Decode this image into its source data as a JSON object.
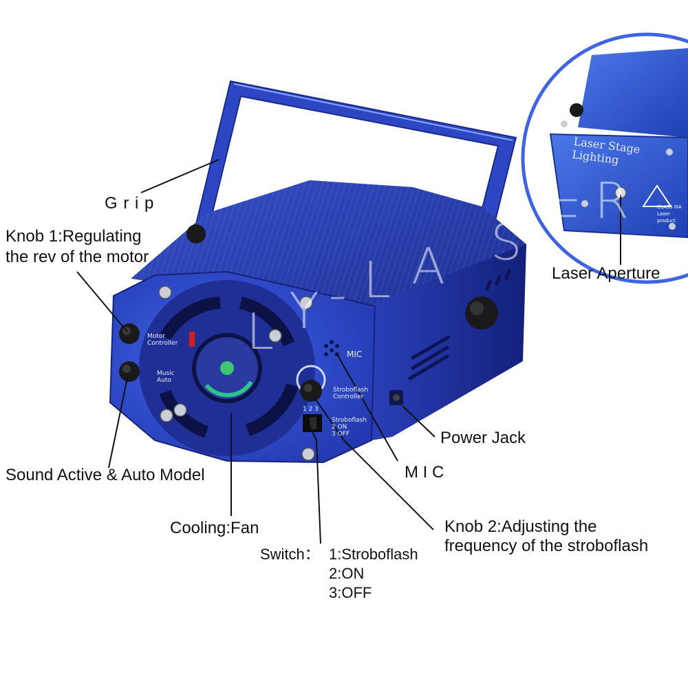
{
  "labels": {
    "grip": "G r i p",
    "knob1_line1": "Knob 1:Regulating",
    "knob1_line2": "the rev of the motor",
    "sound": "Sound Active & Auto Model",
    "fan": "Cooling:Fan",
    "switch_title": "Switch：",
    "switch_opt1": "1:Stroboflash",
    "switch_opt2": "2:ON",
    "switch_opt3": "3:OFF",
    "knob2_line1": "Knob 2:Adjusting the",
    "knob2_line2": "frequency of the stroboflash",
    "mic": "M I C",
    "power": "Power Jack",
    "aperture": "Laser Aperture"
  },
  "panel_text": {
    "motor1": "Motor",
    "motor2": "Controller",
    "music": "Music",
    "auto": "Auto",
    "mic": "MIC",
    "strobo1": "Stroboflash",
    "strobo2": "Controller",
    "nums": "1  2  3",
    "s_strobo": "Stroboflash",
    "s_on": "2 ON",
    "s_off": "3 OFF"
  },
  "inset": {
    "title": "Laser Stage Lighting",
    "class": "CLASS IIIA",
    "product": "Laser product"
  },
  "watermark": {
    "a": "L",
    "b": "Y",
    "c": "-",
    "d": "L",
    "e": "A",
    "f": "S",
    "g": "E",
    "h": "R"
  },
  "colors": {
    "body": "#2436a8",
    "body_dark": "#182478",
    "accent": "#3d5fe0"
  }
}
